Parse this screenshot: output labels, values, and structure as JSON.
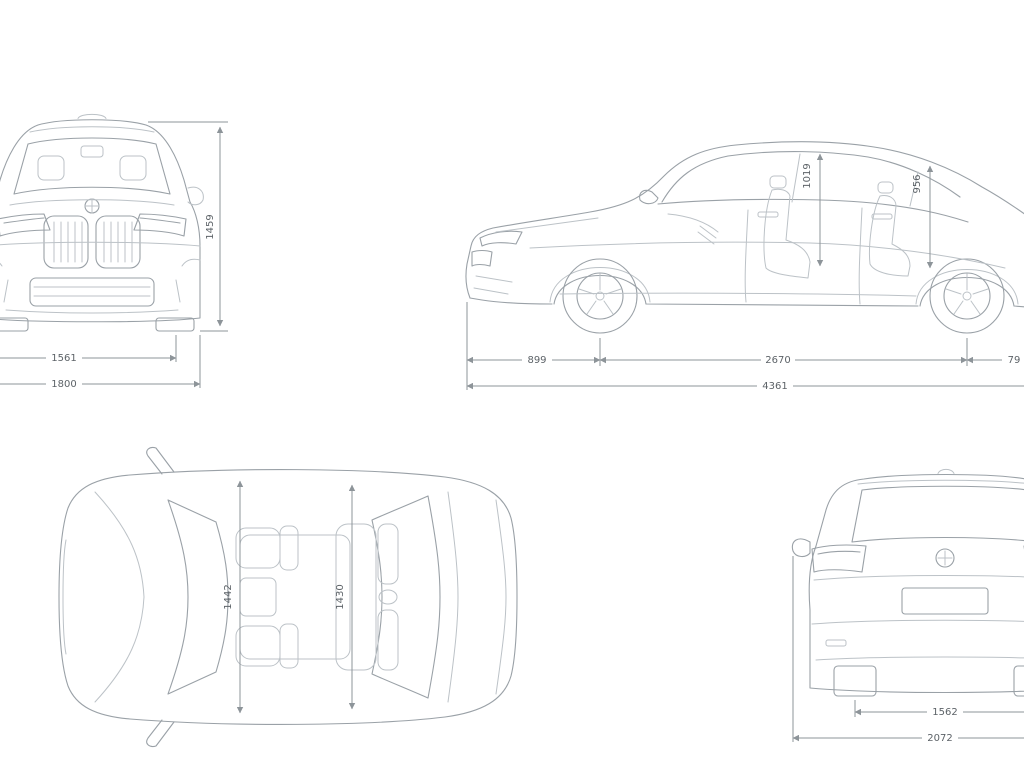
{
  "diagram": {
    "type": "car-dimension-blueprint",
    "line_color": "#9aa1a7",
    "dim_color": "#8d9499",
    "text_color": "#5d6368",
    "views": {
      "front": {
        "label": "front-view",
        "height_mm": "1459",
        "front_track_mm": "1561",
        "width_mm": "1800"
      },
      "side": {
        "label": "side-view",
        "front_headroom_mm": "1019",
        "rear_headroom_mm": "956",
        "front_overhang_mm": "899",
        "wheelbase_mm": "2670",
        "rear_overhang_mm": "79",
        "length_mm": "4361"
      },
      "top": {
        "label": "top-view",
        "front_interior_width_mm": "1442",
        "rear_interior_width_mm": "1430"
      },
      "rear": {
        "label": "rear-view",
        "rear_track_mm": "1562",
        "width_incl_mirrors_mm": "2072"
      }
    }
  }
}
